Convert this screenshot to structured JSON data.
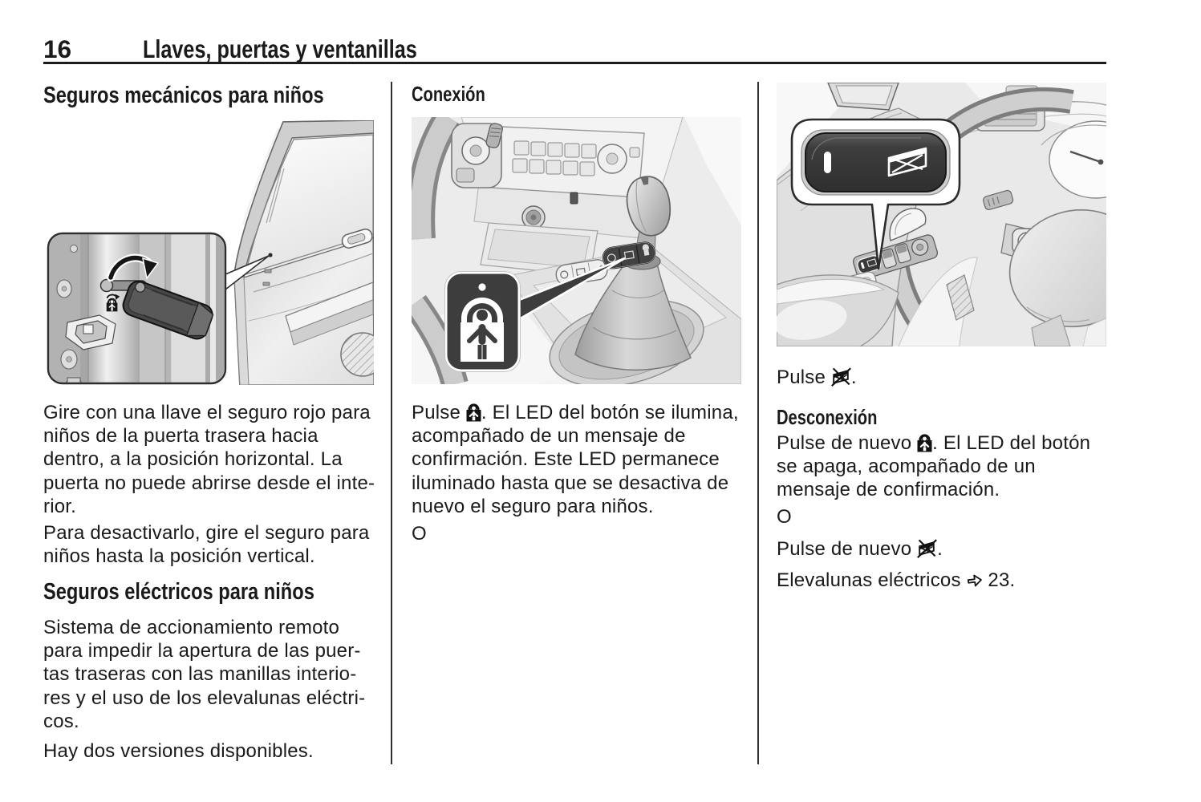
{
  "header": {
    "page_number": "16",
    "section_title": "Llaves, puertas y ventanillas"
  },
  "column1": {
    "heading_mechanical": "Seguros mecánicos para niños",
    "para1": {
      "line1": "Gire con una llave el seguro rojo para",
      "line2": "niños de la puerta trasera hacia",
      "line3": "dentro, a la posición horizontal. La",
      "line4": "puerta no puede abrirse desde el inte-",
      "line5": "rior."
    },
    "para2": {
      "line1": "Para desactivarlo, gire el seguro para",
      "line2": "niños hasta la posición vertical."
    },
    "heading_electric": "Seguros eléctricos para niños",
    "para3": {
      "line1": "Sistema de accionamiento remoto",
      "line2": "para impedir la apertura de las puer-",
      "line3": "tas traseras con las manillas interio-",
      "line4": "res y el uso de los elevalunas eléctri-",
      "line5": "cos."
    },
    "para4": "Hay dos versiones disponibles."
  },
  "column2": {
    "heading_connect": "Conexión",
    "para1": {
      "line1_pre": "Pulse ",
      "line1_icon": "child-lock-icon",
      "line1_post": ". El LED del botón se ilumina,",
      "line2": "acompañado de un mensaje de",
      "line3": "confirmación. Este LED permanece",
      "line4": "iluminado hasta que se desactiva de",
      "line5": "nuevo el seguro para niños."
    },
    "para2_or": "O"
  },
  "column3": {
    "para1": {
      "pre": "Pulse ",
      "icon": "window-lock-icon",
      "post": "."
    },
    "heading_disconnect": "Desconexión",
    "para2": {
      "line1_pre": "Pulse de nuevo ",
      "line1_icon": "child-lock-icon",
      "line1_post": ". El LED del botón",
      "line2": "se apaga, acompañado de un",
      "line3": "mensaje de confirmación."
    },
    "para3_or": "O",
    "para4": {
      "pre": "Pulse de nuevo ",
      "icon": "window-lock-icon",
      "post": "."
    },
    "para5": {
      "text": "Elevalunas eléctricos ",
      "icon": "page-reference-arrow-icon",
      "page_ref": "23."
    }
  },
  "icons": {
    "child_lock": "child-lock-icon",
    "window_lock": "window-lock-icon",
    "page_reference_arrow": "page-reference-arrow-icon"
  },
  "colors": {
    "text": "#1a1a1a",
    "rule": "#1c1c1c",
    "callout_dark": "#3d3d3d",
    "figure_background": "#ececec"
  }
}
